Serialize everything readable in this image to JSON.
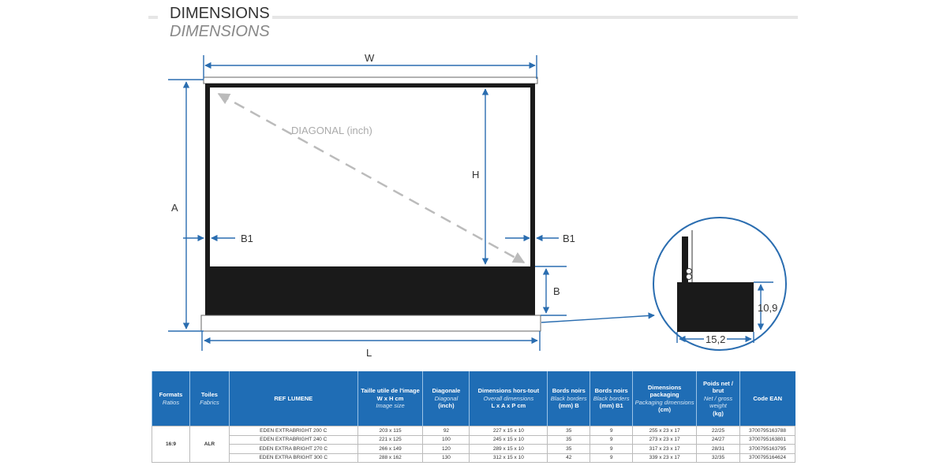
{
  "header": {
    "title": "DIMENSIONS",
    "subtitle": "DIMENSIONS"
  },
  "diagram": {
    "labels": {
      "w": "W",
      "a": "A",
      "h": "H",
      "b": "B",
      "b1_left": "B1",
      "b1_right": "B1",
      "l": "L",
      "diagonal": "DIAGONAL (inch)"
    },
    "inset": {
      "height": "10,9",
      "width": "15,2"
    },
    "colors": {
      "arrow": "#2a6db0",
      "frame": "#1a1a1a",
      "diagonal": "#bbbbbb"
    }
  },
  "table": {
    "headers": [
      {
        "fr": "Formats",
        "en": "Ratios"
      },
      {
        "fr": "Toiles",
        "en": "Fabrics"
      },
      {
        "fr": "REF LUMENE",
        "en": ""
      },
      {
        "fr": "Taille utile de l'image W x H cm",
        "en": "Image size"
      },
      {
        "fr": "Diagonale",
        "en": "Diagonal",
        "unit": "(inch)"
      },
      {
        "fr": "Dimensions hors-tout",
        "en": "Overall dimensions",
        "unit": "L x A x P cm"
      },
      {
        "fr": "Bords noirs",
        "en": "Black borders",
        "unit": "(mm) B"
      },
      {
        "fr": "Bords noirs",
        "en": "Black borders",
        "unit": "(mm) B1"
      },
      {
        "fr": "Dimensions packaging",
        "en": "Packaging dimensions",
        "unit": "(cm)"
      },
      {
        "fr": "Poids net / brut",
        "en": "Net / gross weight",
        "unit": "(kg)"
      },
      {
        "fr": "Code EAN",
        "en": ""
      }
    ],
    "format": "16:9",
    "fabric": "ALR",
    "rows": [
      {
        "ref": "EDEN EXTRABRIGHT 200 C",
        "size": "203 x 115",
        "diag": "92",
        "overall": "227 x 15 x 10",
        "b": "35",
        "b1": "9",
        "pack": "255 x 23 x 17",
        "weight": "22/25",
        "ean": "3700795163788"
      },
      {
        "ref": "EDEN EXTRABRIGHT 240 C",
        "size": "221 x 125",
        "diag": "100",
        "overall": "245 x 15 x 10",
        "b": "35",
        "b1": "9",
        "pack": "273 x 23 x 17",
        "weight": "24/27",
        "ean": "3700795163801"
      },
      {
        "ref": "EDEN EXTRA BRIGHT 270 C",
        "size": "266 x 149",
        "diag": "120",
        "overall": "289 x 15 x 10",
        "b": "35",
        "b1": "9",
        "pack": "317 x 23 x 17",
        "weight": "28/31",
        "ean": "3700795163795"
      },
      {
        "ref": "EDEN EXTRA BRIGHT 300 C",
        "size": "288 x 162",
        "diag": "130",
        "overall": "312 x 15 x 10",
        "b": "42",
        "b1": "9",
        "pack": "339 x 23 x 17",
        "weight": "32/35",
        "ean": "3700795164624"
      }
    ]
  }
}
